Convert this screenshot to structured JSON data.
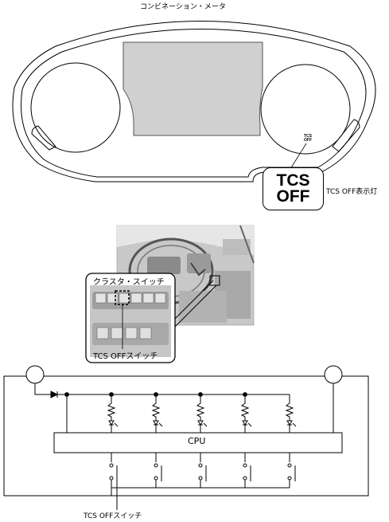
{
  "combination_meter": {
    "title": "コンビネーション・メータ",
    "indicator_small_text": "TCS OFF",
    "badge_line1": "TCS",
    "badge_line2": "OFF",
    "indicator_label": "TCS OFF表示灯"
  },
  "photo": {
    "cluster_switch_label": "クラスタ・スイッチ",
    "tcs_switch_label": "TCS OFFスイッチ"
  },
  "circuit": {
    "cpu_label": "CPU",
    "tcs_switch_label": "TCS OFFスイッチ"
  }
}
